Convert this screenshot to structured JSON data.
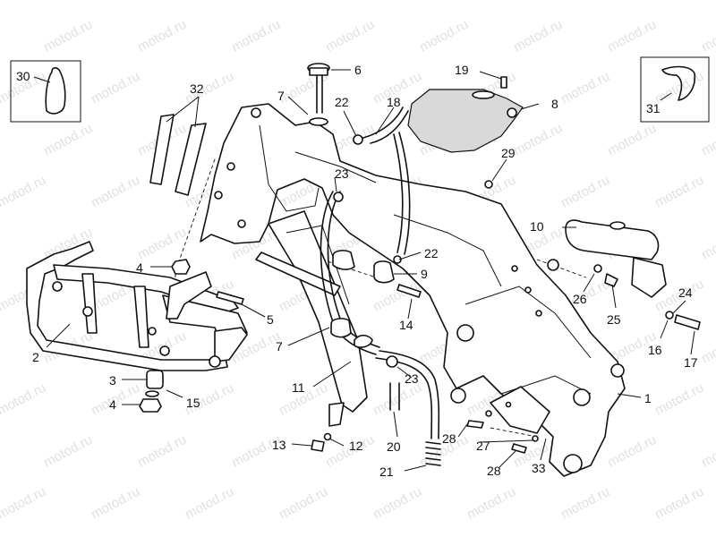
{
  "watermark": "motod.ru",
  "labels": [
    "1",
    "2",
    "3",
    "4",
    "4",
    "5",
    "6",
    "7",
    "7",
    "8",
    "9",
    "10",
    "11",
    "12",
    "13",
    "14",
    "15",
    "16",
    "17",
    "18",
    "19",
    "20",
    "21",
    "22",
    "22",
    "23",
    "23",
    "24",
    "25",
    "26",
    "27",
    "28",
    "28",
    "29",
    "30",
    "31",
    "32",
    "33"
  ]
}
